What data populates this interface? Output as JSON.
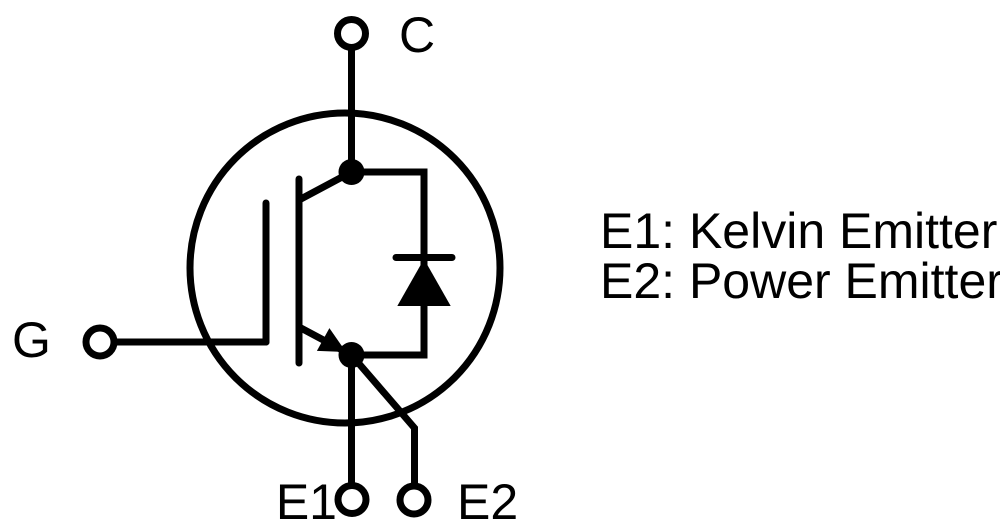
{
  "diagram_type": "IGBT with anti-parallel freewheeling diode and Kelvin emitter",
  "colors": {
    "line": "#000000",
    "background": "#ffffff"
  },
  "terminals": {
    "collector_label": "C",
    "gate_label": "G",
    "kelvin_emitter_label": "E1",
    "power_emitter_label": "E2"
  },
  "legend": {
    "kelvin_line": "E1: Kelvin Emitter",
    "power_line": "E2: Power Emitter"
  }
}
